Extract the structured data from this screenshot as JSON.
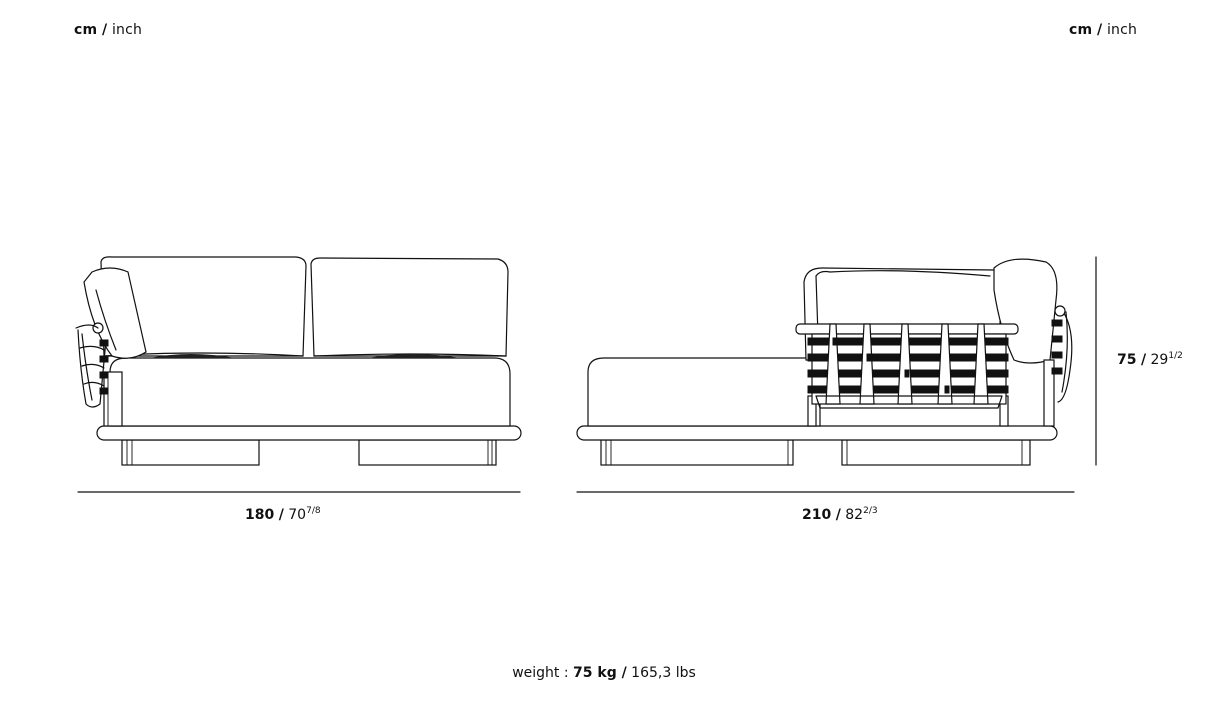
{
  "units": {
    "left": {
      "primary": "cm",
      "separator": "/",
      "secondary": "inch"
    },
    "right": {
      "primary": "cm",
      "separator": "/",
      "secondary": "inch"
    }
  },
  "dimensions": {
    "width": {
      "cm": "180",
      "separator": "/",
      "inch": "70",
      "inch_fraction": "7/8"
    },
    "depth": {
      "cm": "210",
      "separator": "/",
      "inch": "82",
      "inch_fraction": "2/3"
    },
    "height": {
      "cm": "75",
      "separator": "/",
      "inch": "29",
      "inch_fraction": "1/2"
    }
  },
  "weight": {
    "label": "weight :",
    "kg": "75 kg /",
    "lbs": "165,3 lbs"
  },
  "drawing": {
    "line_color": "#111111",
    "background": "#ffffff"
  }
}
